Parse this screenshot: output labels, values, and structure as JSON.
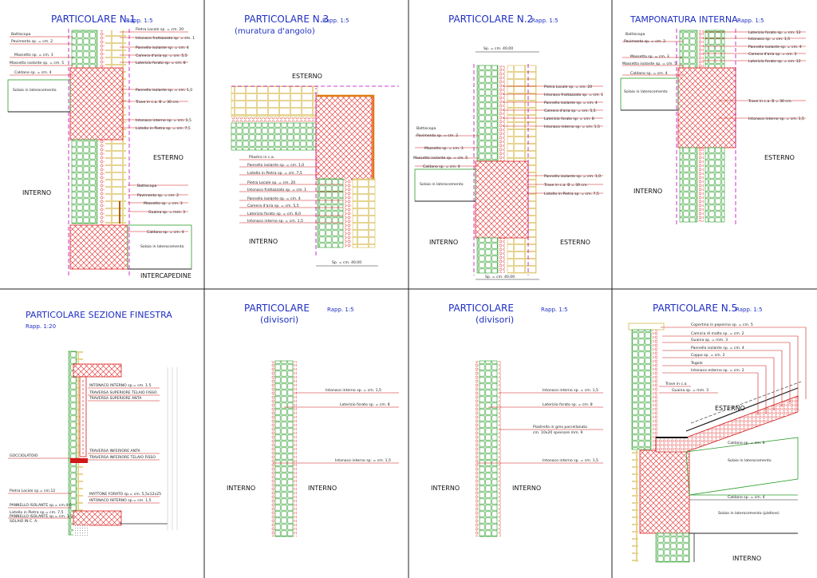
{
  "colors": {
    "title": "#1f2fc2",
    "hatch": "#e02020",
    "insulation": "#2a9d2a",
    "leader": "#d01818",
    "concrete_dash": "#c000c0"
  },
  "panels": [
    {
      "title": "PARTICOLARE N.1",
      "scale": "Rapp. 1:5",
      "labels": [
        "INTERNO",
        "ESTERNO",
        "INTERCAPEDINE"
      ],
      "notes": [
        "Battiscopa",
        "Pavimento sp. = cm. 2",
        "Massetto sp. = cm. 3",
        "Massetto isolante sp. = cm. 5",
        "Caldano sp. = cm. 4",
        "Solaio in laterocemento",
        "Pietra Locale sp. = cm. 20",
        "Intonaco frattazzato sp. = cm. 1",
        "Pannello isolante sp. = cm. 4",
        "Camera d'aria sp. = cm. 5,5",
        "Laterizio forato sp. = cm. 8",
        "Pannello isolante sp. = cm. 1,0",
        "Trave in c.a. B = 30 cm.",
        "Intonaco interno sp. = cm. 1,5",
        "Listello in Pietra sp. = cm. 7,5",
        "Battiscopa",
        "Pavimento sp. = cm. 2",
        "Massetto sp. = cm. 3",
        "Guaina sp. = mm. 3",
        "Caldano sp. = cm. 4",
        "Solaio in laterocemento"
      ]
    },
    {
      "title": "PARTICOLARE N.3",
      "scale": "Rapp. 1:5",
      "subtitle": "(muratura d'angolo)",
      "labels": [
        "ESTERNO",
        "INTERNO"
      ],
      "dimension": "Sp. = cm. 40,00",
      "notes": [
        "Pilastro in c.a.",
        "Pannello isolante sp. = cm. 1,0",
        "Listello in Pietra sp. = cm. 7,5",
        "Pietra Locale sp. = cm. 20",
        "Intonaco frattazzato sp. = cm. 1",
        "Pannello isolante sp. = cm. 4",
        "Camera d'aria sp. = cm. 5,5",
        "Laterizio forato sp. = cm. 8,0",
        "Intonaco interno sp. = cm. 1,5"
      ]
    },
    {
      "title": "PARTICOLARE N.2",
      "scale": "Rapp. 1:5",
      "labels": [
        "INTERNO",
        "ESTERNO"
      ],
      "dimension_top": "Sp. = cm. 40,00",
      "dimension_bottom": "Sp. = cm. 40,00",
      "notes": [
        "Battiscopa",
        "Pavimento sp. = cm. 2",
        "Massetto sp. = cm. 3",
        "Massetto isolante sp. = cm. 5",
        "Caldano sp. = cm. 4",
        "Solaio in laterocemento",
        "Pietra Locale sp. = cm. 20",
        "Intonaco frattazzato sp. = cm. 1",
        "Pannello isolante sp. = cm. 4",
        "Camera d'aria sp. = cm. 5,5",
        "Laterizio forato sp. = cm. 8",
        "Intonaco interno sp. = cm. 1,5",
        "Pannello isolante sp. = cm. 1,0",
        "Trave in c.a. B = 30 cm.",
        "Listello in Pietra sp. = cm. 7,5"
      ]
    },
    {
      "title": "TAMPONATURA INTERNA",
      "scale": "Rapp. 1:5",
      "labels": [
        "INTERNO",
        "ESTERNO"
      ],
      "notes": [
        "Battiscopa",
        "Pavimento sp. = cm. 2",
        "Massetto sp. = cm. 3",
        "Massetto isolante sp. = cm. 5",
        "Caldano sp. = cm. 4",
        "Solaio in laterocemento",
        "Laterizio forato sp. = cm. 12",
        "Intonaco sp. = cm. 1,5",
        "Pannello isolante sp. = cm. 4",
        "Camera d'aria sp. = cm. 3",
        "Laterizio forato sp. = cm. 12",
        "Trave in c.a. B = 30 cm.",
        "Intonaco interno sp. = cm. 1,5"
      ]
    },
    {
      "title": "PARTICOLARE SEZIONE FINESTRA",
      "scale": "Rapp. 1:20",
      "notes": [
        "INTONACO INTERNO sp.= cm. 1.5",
        "TRAVERSA SUPERIORE TELAIO FISSO",
        "TRAVERSA SUPERIORE ANTA",
        "GOCCIOLATOIO",
        "TRAVERSA INFERIORE ANTA",
        "TRAVERSA INFERIORE TELAIO FISSO",
        "Pietra Locale sp.= cm.12",
        "MATTONE FORATO sp.= cm. 5,5x12x25",
        "INTONACO INTERNO sp.= cm. 1,5",
        "PANNELLO ISOLANTE sp.= cm.4-6",
        "Listello in Pietra sp.= cm. 7,5",
        "PANNELLO ISOLANTE sp.= cm. 1,0",
        "SOLAIO IN C. A."
      ]
    },
    {
      "title": "PARTICOLARE",
      "scale": "Rapp. 1:5",
      "subtitle": "(divisori)",
      "labels": [
        "INTERNO",
        "INTERNO"
      ],
      "notes": [
        "Intonaco interno sp. = cm. 1,5",
        "Laterizio forato sp. = cm. 8",
        "Intonaco interno sp. = cm. 1,5"
      ]
    },
    {
      "title": "PARTICOLARE",
      "scale": "Rapp. 1:5",
      "subtitle": "(divisori)",
      "labels": [
        "INTERNO",
        "INTERNO"
      ],
      "notes": [
        "Intonaco interno sp. = cm. 1,5",
        "Laterizio forato sp. = cm. 8",
        "Piastrella in gres porcellanato",
        "cm. 10x20 spessore mm. 9",
        "Intonaco interno sp. = cm. 1,5"
      ]
    },
    {
      "title": "PARTICOLARE N.5",
      "scale": "Rapp. 1:5",
      "labels": [
        "ESTERNO",
        "INTERNO"
      ],
      "notes": [
        "Copertina in peperino sp. = cm. 5",
        "Camicia di malta sp. = cm. 2",
        "Guaina sp. = mm. 3",
        "Pannello isolante sp. = cm. 4",
        "Coppo sp. = cm. 2",
        "Tegole",
        "Intonaco esterno sp. = cm. 2",
        "Trave in c.a.",
        "Guaina sp. = mm. 3",
        "Caldano sp. = cm. 4",
        "Solaio in laterocemento",
        "Caldano sp. = cm. 4",
        "Solaio in laterocemento (plafone)"
      ]
    }
  ]
}
